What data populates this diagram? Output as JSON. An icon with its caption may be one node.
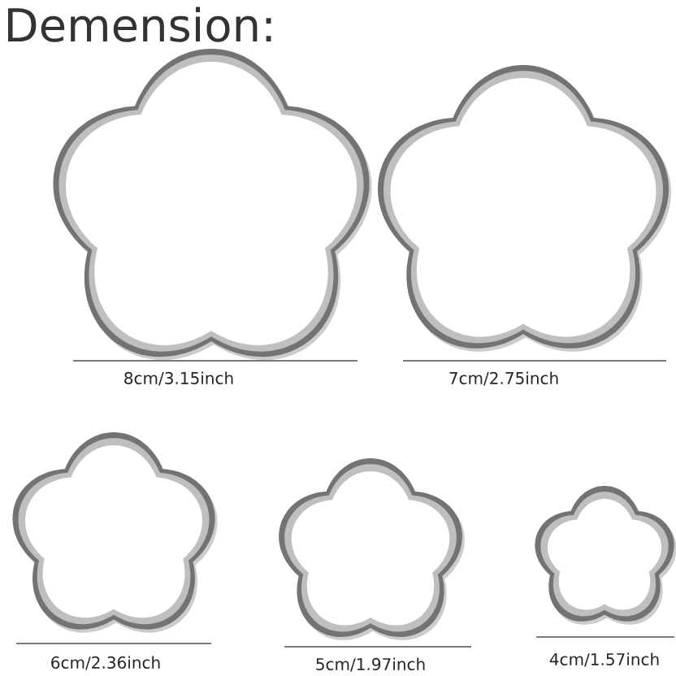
{
  "diagram": {
    "title": "Demension:",
    "labels": [
      "8cm/3.15inch",
      "7cm/2.75inch",
      "6cm/2.36inch",
      "5cm/1.97inch",
      "4cm/1.57inch"
    ]
  }
}
